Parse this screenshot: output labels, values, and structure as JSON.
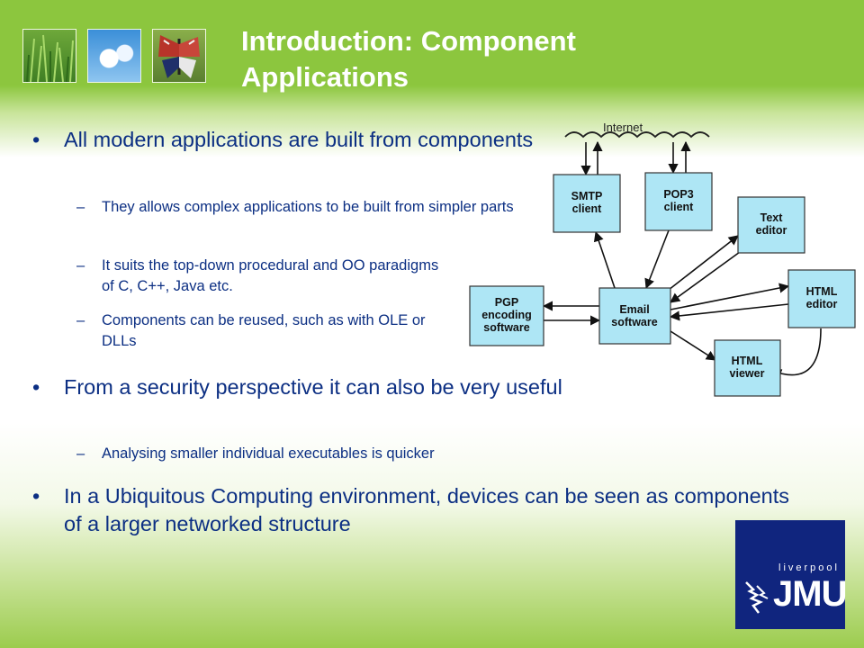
{
  "slide": {
    "title": "Introduction: Component Applications",
    "bullets": [
      {
        "text": "All modern applications are built from components",
        "subs": [
          "They allows complex applications to be built from simpler parts",
          "It suits the top-down procedural and OO paradigms of C, C++, Java etc.",
          "Components can be reused, such as with OLE or DLLs"
        ]
      },
      {
        "text": "From a security perspective it can also be very useful",
        "subs": [
          "Analysing smaller individual executables is quicker"
        ]
      },
      {
        "text": "In a Ubiquitous Computing environment, devices can be seen as components of a larger networked structure",
        "subs": []
      }
    ],
    "bullet_glyph": "•",
    "dash_glyph": "–"
  },
  "diagram": {
    "cloud_label": "Internet",
    "nodes": {
      "smtp": [
        "SMTP",
        "client"
      ],
      "pop3": [
        "POP3",
        "client"
      ],
      "text_editor": [
        "Text",
        "editor"
      ],
      "html_editor": [
        "HTML",
        "editor"
      ],
      "email": [
        "Email",
        "software"
      ],
      "pgp": [
        "PGP",
        "encoding",
        "software"
      ],
      "html_viewer": [
        "HTML",
        "viewer"
      ]
    },
    "box_fill": "#aee6f5",
    "box_stroke": "#333333"
  },
  "logo": {
    "top_text": "liverpool",
    "main_text": "JMU",
    "background": "#10257e"
  },
  "colors": {
    "accent_green": "#8cc63e",
    "text_blue": "#0c2f83",
    "title_white": "#ffffff"
  }
}
